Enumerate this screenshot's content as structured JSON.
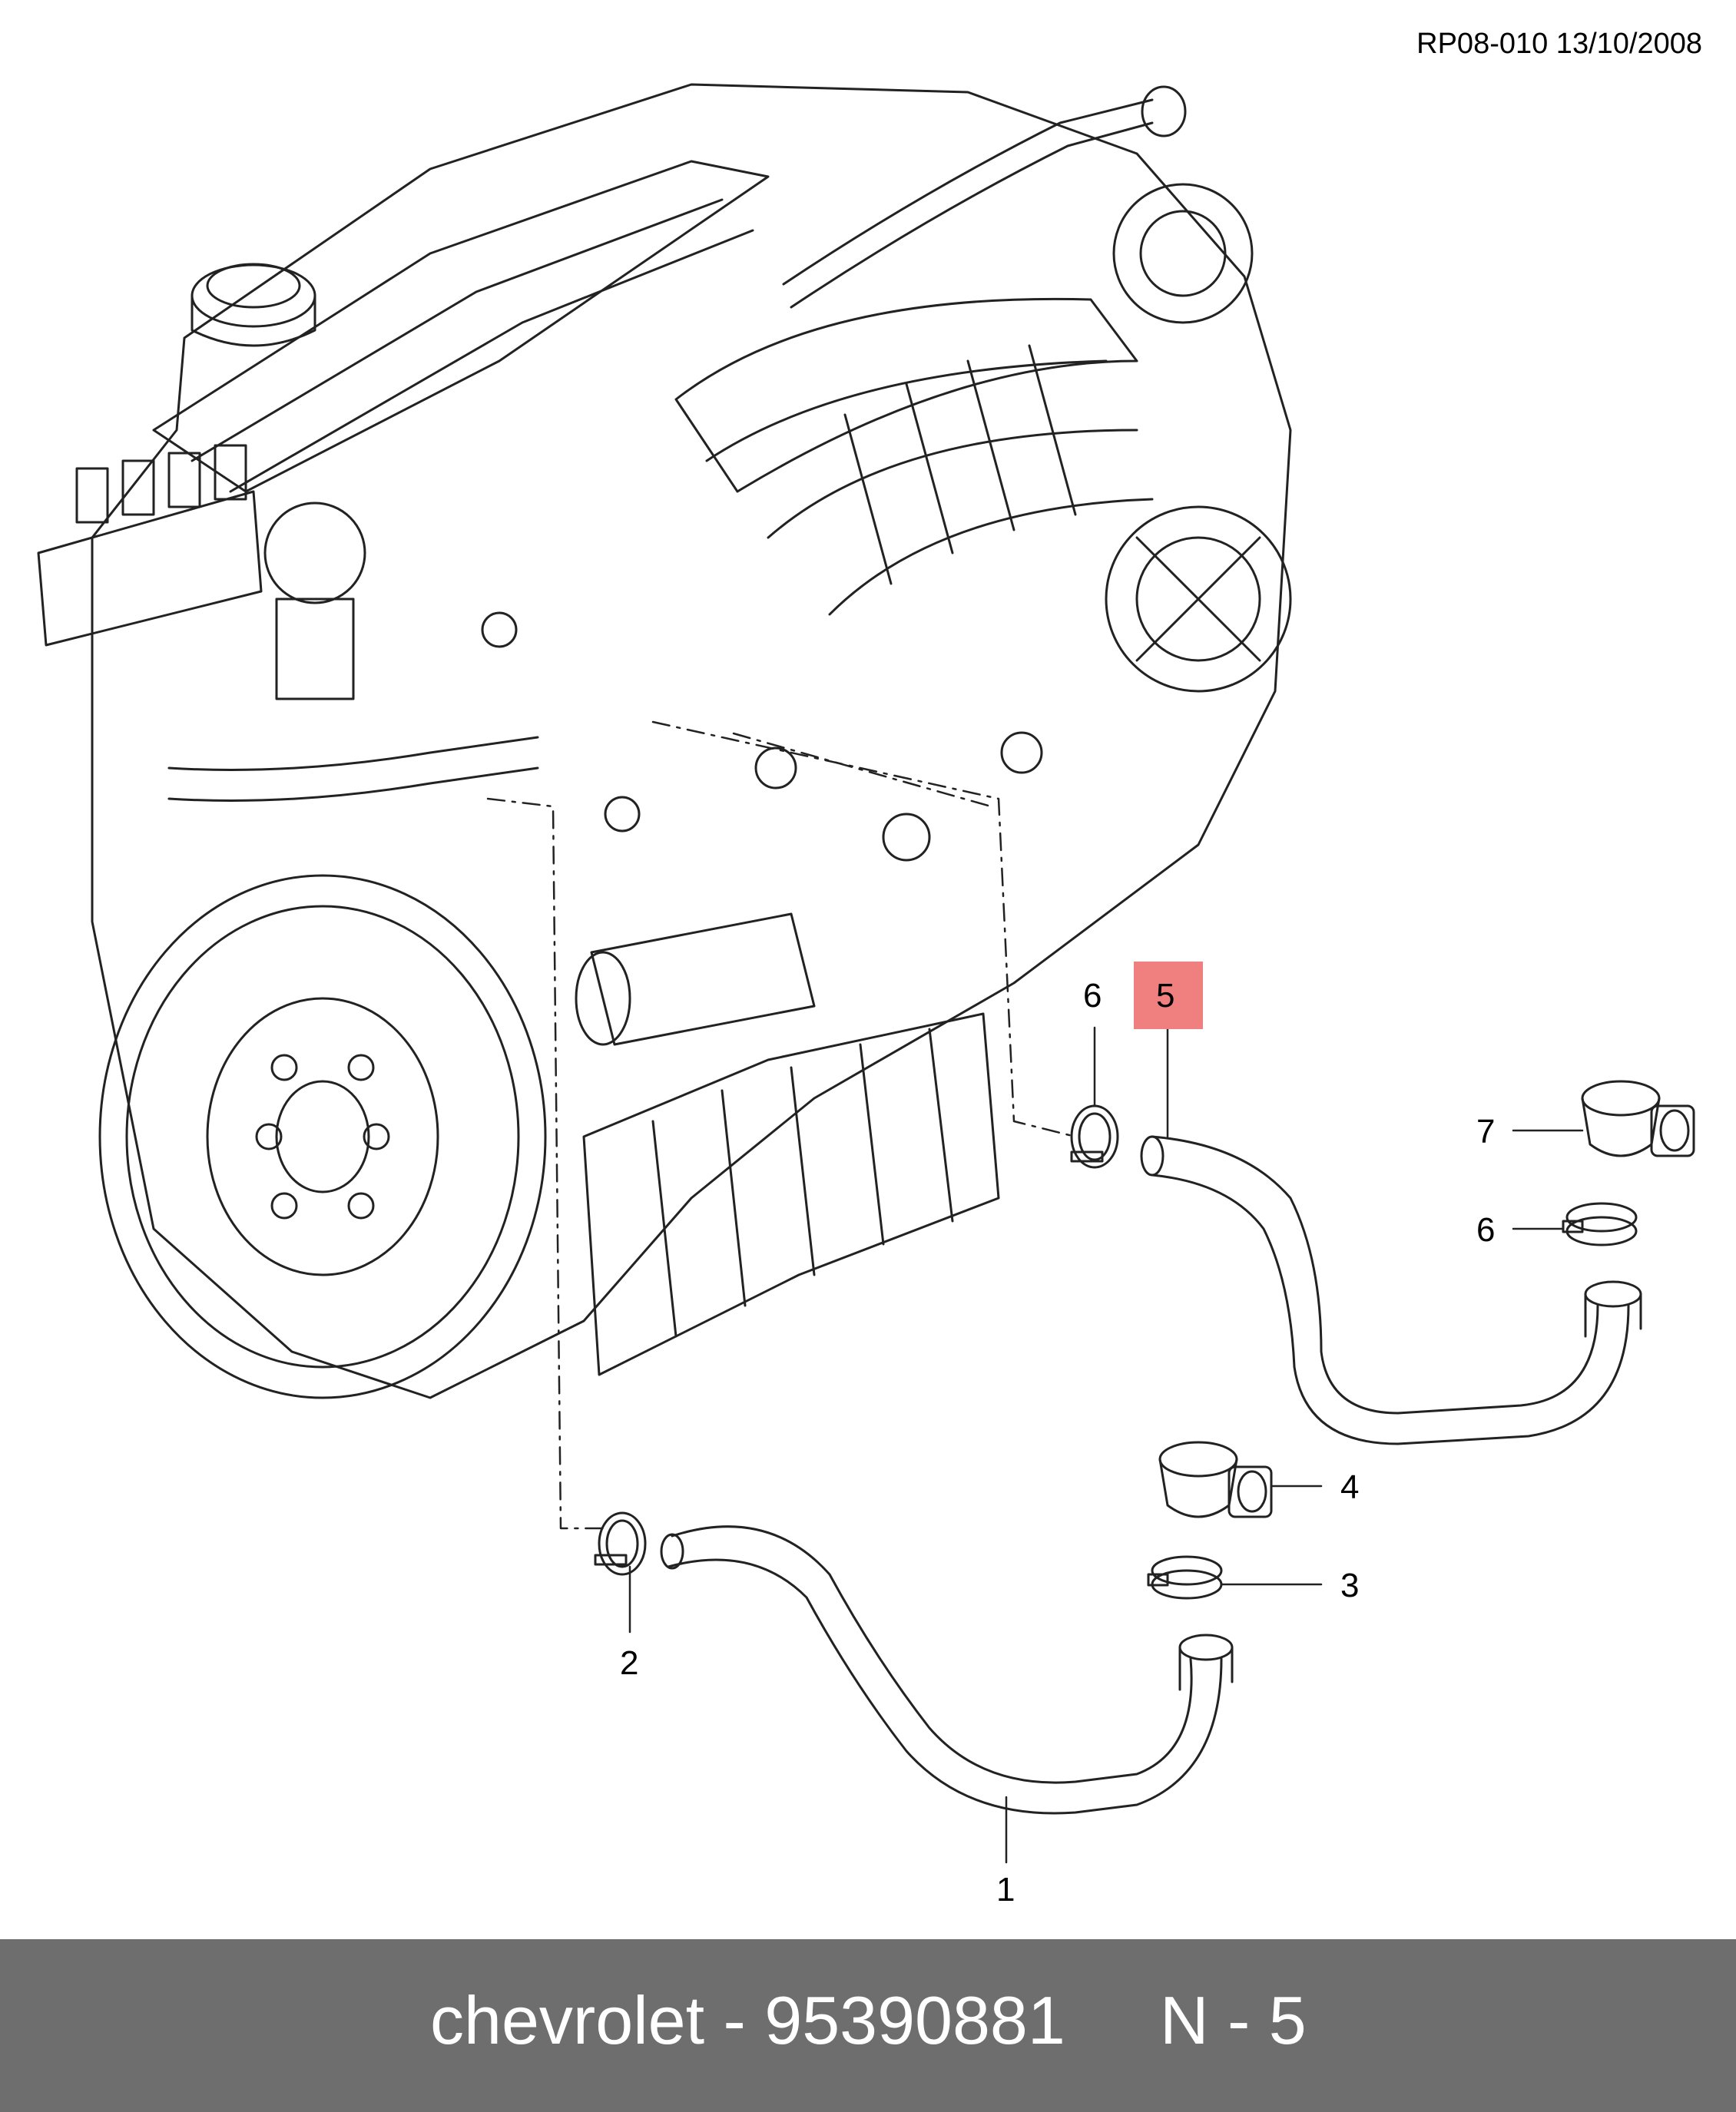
{
  "header": {
    "reference": "RP08-010 13/10/2008"
  },
  "callouts": [
    {
      "id": "1",
      "label": "1"
    },
    {
      "id": "2",
      "label": "2"
    },
    {
      "id": "3",
      "label": "3"
    },
    {
      "id": "4",
      "label": "4"
    },
    {
      "id": "5",
      "label": "5",
      "highlighted": true
    },
    {
      "id": "6a",
      "label": "6"
    },
    {
      "id": "6b",
      "label": "6"
    },
    {
      "id": "7",
      "label": "7"
    }
  ],
  "highlight_color": "#f08080",
  "footer": {
    "part_text": "chevrolet - 95390881",
    "item_text": "N - 5",
    "background": "#6e6e6e"
  }
}
